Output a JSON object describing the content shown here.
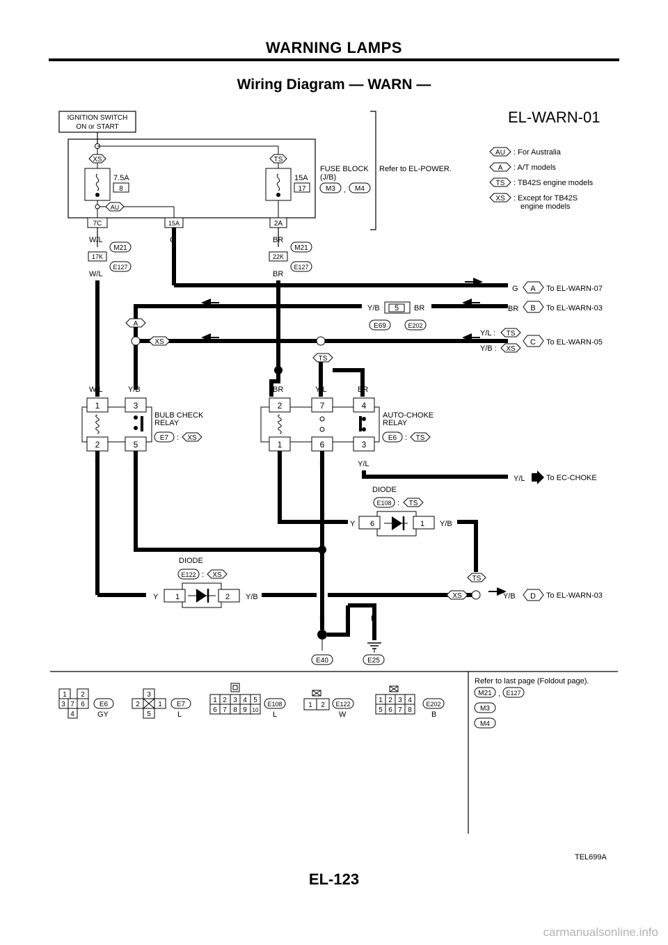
{
  "header": {
    "section_title": "WARNING LAMPS"
  },
  "page": {
    "subtitle": "Wiring Diagram — WARN —",
    "figure_code": "TEL699A",
    "page_number": "EL-123",
    "watermark": "carmanualsonline.info"
  },
  "diagram": {
    "id": "EL-WARN-01",
    "ignition_switch": [
      "IGNITION SWITCH",
      "ON or START"
    ],
    "fuse_block": {
      "label": [
        "FUSE BLOCK",
        "(J/B)"
      ],
      "refer": "Refer to EL-POWER."
    },
    "fuses": [
      {
        "rating": "7.5A",
        "num": "8"
      },
      {
        "rating": "15A",
        "num": "17"
      }
    ],
    "fuse_pins": [
      "7C",
      "15A",
      "2A"
    ],
    "legend": [
      {
        "tag": "AU",
        "text": ": For Australia"
      },
      {
        "tag": "A",
        "text": ": A/T models"
      },
      {
        "tag": "TS",
        "text": ": TB42S engine models"
      },
      {
        "tag": "XS",
        "text": ": Except for TB42S",
        "text2": "engine models"
      }
    ],
    "tags": {
      "xs": "XS",
      "ts": "TS",
      "au": "AU",
      "a": "A"
    },
    "connectors": {
      "m21": "M21",
      "e127": "E127",
      "m3": "M3",
      "m4": "M4",
      "e69": "E69",
      "e202": "E202",
      "e7": "E7",
      "e6": "E6",
      "e108": "E108",
      "e122": "E122",
      "e40": "E40",
      "e25": "E25",
      "k17": "17K",
      "k22": "22K"
    },
    "wires": {
      "wl": "W/L",
      "g": "G",
      "br": "BR",
      "yb": "Y/B",
      "yl": "Y/L",
      "y": "Y",
      "b": "B",
      "ylc": "Y/L :",
      "ybc": "Y/B :",
      "colon": ":",
      "comma": ","
    },
    "destinations": {
      "a": {
        "letter": "A",
        "text": "To EL-WARN-07"
      },
      "b": {
        "letter": "B",
        "text": "To EL-WARN-03"
      },
      "c": {
        "letter": "C",
        "text": "To EL-WARN-05"
      },
      "d": {
        "letter": "D",
        "text": "To EL-WARN-03"
      },
      "choke": "To EC-CHOKE"
    },
    "relays": {
      "bulb_check": {
        "name": [
          "BULB CHECK",
          "RELAY"
        ],
        "pins_top": [
          "1",
          "3"
        ],
        "pins_bottom": [
          "2",
          "5"
        ]
      },
      "auto_choke": {
        "name": [
          "AUTO-CHOKE",
          "RELAY"
        ],
        "pins_top": [
          "2",
          "7",
          "4"
        ],
        "pins_bottom": [
          "1",
          "6",
          "3"
        ]
      }
    },
    "diode_label": "DIODE",
    "diode_pins": [
      "6",
      "1",
      "1",
      "2"
    ],
    "e69_pin": "5",
    "connector_views": [
      {
        "id": "E6",
        "color": "GY",
        "pins": [
          "1",
          "2",
          "3",
          "7",
          "6",
          "4"
        ]
      },
      {
        "id": "E7",
        "color": "L",
        "pins": [
          "3",
          "2",
          "1",
          "5"
        ]
      },
      {
        "id": "E108",
        "color": "L",
        "pins": [
          "1",
          "2",
          "3",
          "4",
          "5",
          "6",
          "7",
          "8",
          "9",
          "10"
        ]
      },
      {
        "id": "E122",
        "color": "W",
        "pins": [
          "1",
          "2"
        ]
      },
      {
        "id": "E202",
        "color": "B",
        "pins": [
          "1",
          "2",
          "3",
          "4",
          "5",
          "6",
          "7",
          "8"
        ]
      }
    ],
    "foldout": {
      "text": "Refer to last page (Foldout page)."
    }
  }
}
